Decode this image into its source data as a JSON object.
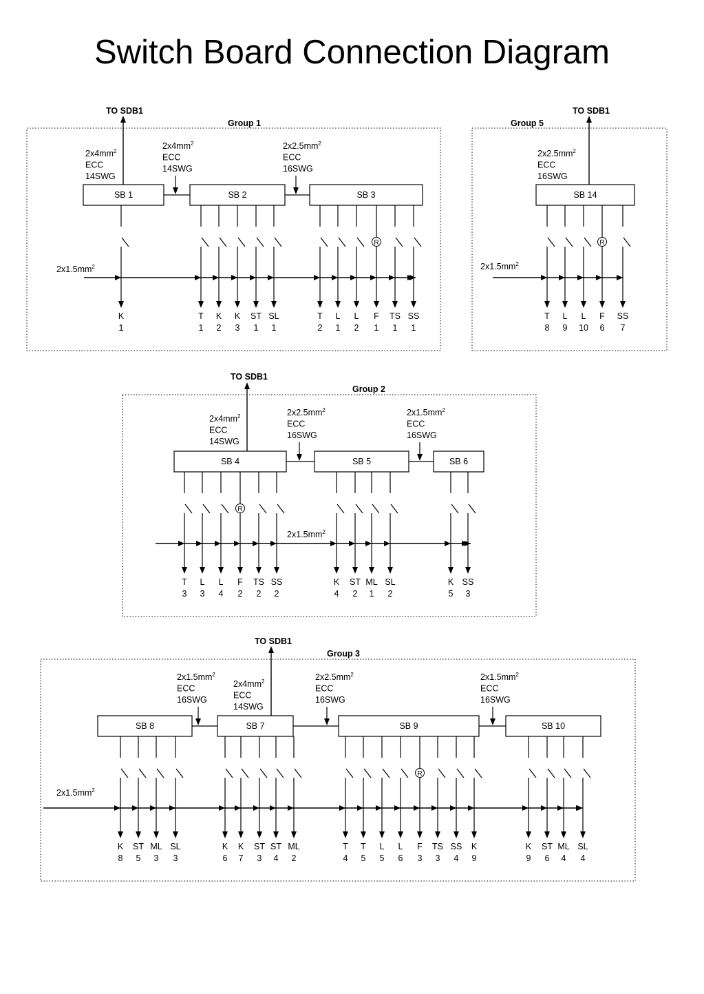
{
  "title": "Switch Board Connection Diagram",
  "colors": {
    "line": "#000000",
    "background": "#ffffff"
  },
  "groups": [
    {
      "label": "Group 1",
      "feeder_label": "TO SDB1",
      "supply_cable": "2x1.5mm²",
      "boards": [
        {
          "name": "SB 1",
          "feeder_cable": [
            "2x4mm²",
            "ECC",
            "14SWG"
          ],
          "circuits": [
            {
              "type": "K",
              "num": "1"
            }
          ]
        },
        {
          "name": "SB 2",
          "link_cable": [
            "2x4mm²",
            "ECC",
            "14SWG"
          ],
          "circuits": [
            {
              "type": "T",
              "num": "1"
            },
            {
              "type": "K",
              "num": "2"
            },
            {
              "type": "K",
              "num": "3"
            },
            {
              "type": "ST",
              "num": "1"
            },
            {
              "type": "SL",
              "num": "1"
            }
          ]
        },
        {
          "name": "SB 3",
          "link_cable": [
            "2x2.5mm²",
            "ECC",
            "16SWG"
          ],
          "circuits": [
            {
              "type": "T",
              "num": "2"
            },
            {
              "type": "L",
              "num": "1"
            },
            {
              "type": "L",
              "num": "2"
            },
            {
              "type": "F",
              "num": "1",
              "regulator": true
            },
            {
              "type": "TS",
              "num": "1"
            },
            {
              "type": "SS",
              "num": "1"
            }
          ]
        }
      ]
    },
    {
      "label": "Group 5",
      "feeder_label": "TO SDB1",
      "supply_cable": "2x1.5mm²",
      "boards": [
        {
          "name": "SB 14",
          "feeder_cable": [
            "2x2.5mm²",
            "ECC",
            "16SWG"
          ],
          "circuits": [
            {
              "type": "T",
              "num": "8"
            },
            {
              "type": "L",
              "num": "9"
            },
            {
              "type": "L",
              "num": "10"
            },
            {
              "type": "F",
              "num": "6",
              "regulator": true
            },
            {
              "type": "SS",
              "num": "7"
            }
          ]
        }
      ]
    },
    {
      "label": "Group 2",
      "feeder_label": "TO SDB1",
      "supply_cable": "2x1.5mm²",
      "boards": [
        {
          "name": "SB 4",
          "feeder_cable": [
            "2x4mm²",
            "ECC",
            "14SWG"
          ],
          "circuits": [
            {
              "type": "T",
              "num": "3"
            },
            {
              "type": "L",
              "num": "3"
            },
            {
              "type": "L",
              "num": "4"
            },
            {
              "type": "F",
              "num": "2",
              "regulator": true
            },
            {
              "type": "TS",
              "num": "2"
            },
            {
              "type": "SS",
              "num": "2"
            }
          ]
        },
        {
          "name": "SB 5",
          "link_cable": [
            "2x2.5mm²",
            "ECC",
            "16SWG"
          ],
          "circuits": [
            {
              "type": "K",
              "num": "4"
            },
            {
              "type": "ST",
              "num": "2"
            },
            {
              "type": "ML",
              "num": "1"
            },
            {
              "type": "SL",
              "num": "2"
            }
          ]
        },
        {
          "name": "SB 6",
          "link_cable": [
            "2x1.5mm²",
            "ECC",
            "16SWG"
          ],
          "circuits": [
            {
              "type": "K",
              "num": "5"
            },
            {
              "type": "SS",
              "num": "3"
            }
          ]
        }
      ]
    },
    {
      "label": "Group 3",
      "feeder_label": "TO SDB1",
      "supply_cable": "2x1.5mm²",
      "boards": [
        {
          "name": "SB 8",
          "link_cable": [
            "2x1.5mm²",
            "ECC",
            "16SWG"
          ],
          "circuits": [
            {
              "type": "K",
              "num": "8"
            },
            {
              "type": "ST",
              "num": "5"
            },
            {
              "type": "ML",
              "num": "3"
            },
            {
              "type": "SL",
              "num": "3"
            }
          ]
        },
        {
          "name": "SB 7",
          "feeder_cable": [
            "2x4mm²",
            "ECC",
            "14SWG"
          ],
          "circuits": [
            {
              "type": "K",
              "num": "6"
            },
            {
              "type": "K",
              "num": "7"
            },
            {
              "type": "ST",
              "num": "3"
            },
            {
              "type": "ST",
              "num": "4"
            },
            {
              "type": "ML",
              "num": "2"
            }
          ]
        },
        {
          "name": "SB 9",
          "link_cable": [
            "2x2.5mm²",
            "ECC",
            "16SWG"
          ],
          "circuits": [
            {
              "type": "T",
              "num": "4"
            },
            {
              "type": "T",
              "num": "5"
            },
            {
              "type": "L",
              "num": "5"
            },
            {
              "type": "L",
              "num": "6"
            },
            {
              "type": "F",
              "num": "3",
              "regulator": true
            },
            {
              "type": "TS",
              "num": "3"
            },
            {
              "type": "SS",
              "num": "4"
            },
            {
              "type": "K",
              "num": "9"
            }
          ]
        },
        {
          "name": "SB 10",
          "link_cable": [
            "2x1.5mm²",
            "ECC",
            "16SWG"
          ],
          "circuits": [
            {
              "type": "K",
              "num": "9"
            },
            {
              "type": "ST",
              "num": "6"
            },
            {
              "type": "ML",
              "num": "4"
            },
            {
              "type": "SL",
              "num": "4"
            }
          ]
        }
      ]
    }
  ]
}
